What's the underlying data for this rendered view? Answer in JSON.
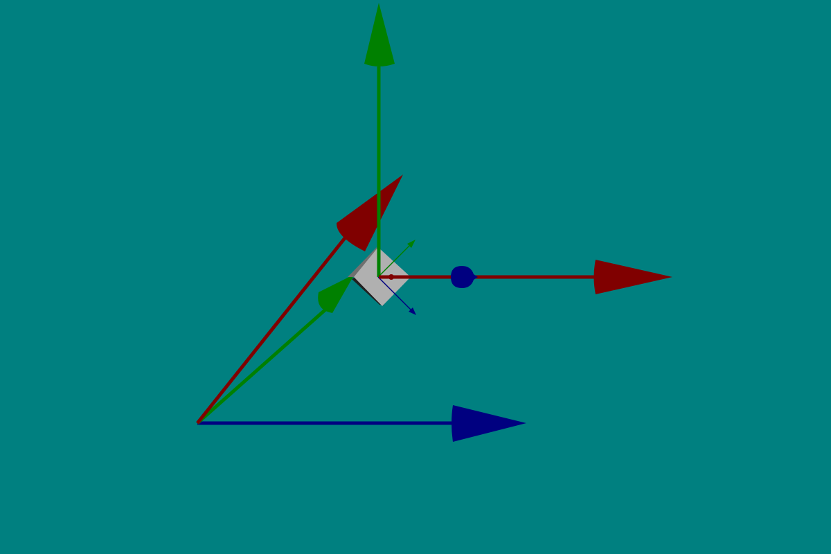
{
  "scene": {
    "background_color": "#008080",
    "axis_colors": {
      "x": "#800000",
      "y": "#008000",
      "z": "#000080"
    },
    "cube_colors": {
      "front_face": "#b0b0b0",
      "side_face": "#707070",
      "bottom_face": "#202020"
    },
    "gizmos": [
      {
        "name": "world-axes-gizmo",
        "axes": [
          "x",
          "y",
          "z"
        ]
      },
      {
        "name": "object-translate-gizmo",
        "axes": [
          "x",
          "y",
          "z"
        ]
      },
      {
        "name": "object-local-axes",
        "axes": [
          "x",
          "y",
          "z"
        ]
      }
    ],
    "selected_object": "cube"
  }
}
